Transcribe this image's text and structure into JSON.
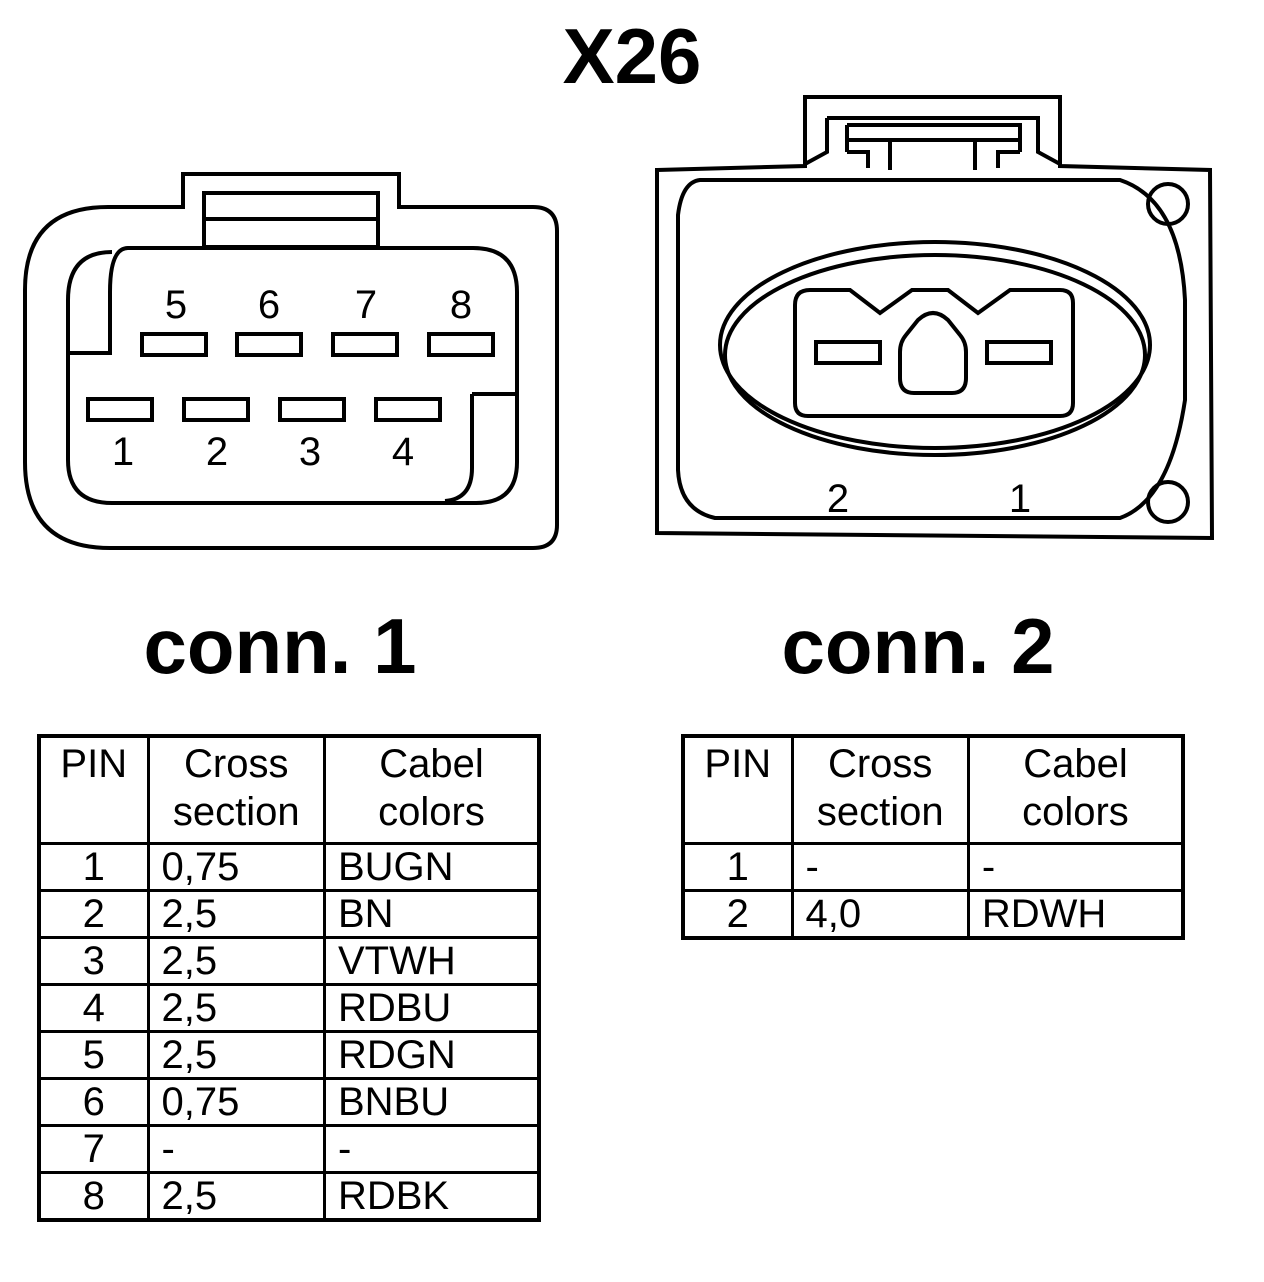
{
  "title": "X26",
  "connector1": {
    "label": "conn. 1",
    "top_row_pins": [
      "5",
      "6",
      "7",
      "8"
    ],
    "bottom_row_pins": [
      "1",
      "2",
      "3",
      "4"
    ],
    "table": {
      "headers": {
        "pin": "PIN",
        "cross_section": [
          "Cross",
          "section"
        ],
        "cable_colors": [
          "Cabel",
          "colors"
        ]
      },
      "rows": [
        {
          "pin": "1",
          "cross_section": "0,75",
          "color": "BUGN"
        },
        {
          "pin": "2",
          "cross_section": "2,5",
          "color": "BN"
        },
        {
          "pin": "3",
          "cross_section": "2,5",
          "color": "VTWH"
        },
        {
          "pin": "4",
          "cross_section": "2,5",
          "color": "RDBU"
        },
        {
          "pin": "5",
          "cross_section": "2,5",
          "color": "RDGN"
        },
        {
          "pin": "6",
          "cross_section": "0,75",
          "color": "BNBU"
        },
        {
          "pin": "7",
          "cross_section": "-",
          "color": "-"
        },
        {
          "pin": "8",
          "cross_section": "2,5",
          "color": "RDBK"
        }
      ]
    }
  },
  "connector2": {
    "label": "conn. 2",
    "pins": [
      "2",
      "1"
    ],
    "table": {
      "headers": {
        "pin": "PIN",
        "cross_section": [
          "Cross",
          "section"
        ],
        "cable_colors": [
          "Cabel",
          "colors"
        ]
      },
      "rows": [
        {
          "pin": "1",
          "cross_section": "-",
          "color": "-"
        },
        {
          "pin": "2",
          "cross_section": "4,0",
          "color": "RDWH"
        }
      ]
    }
  }
}
